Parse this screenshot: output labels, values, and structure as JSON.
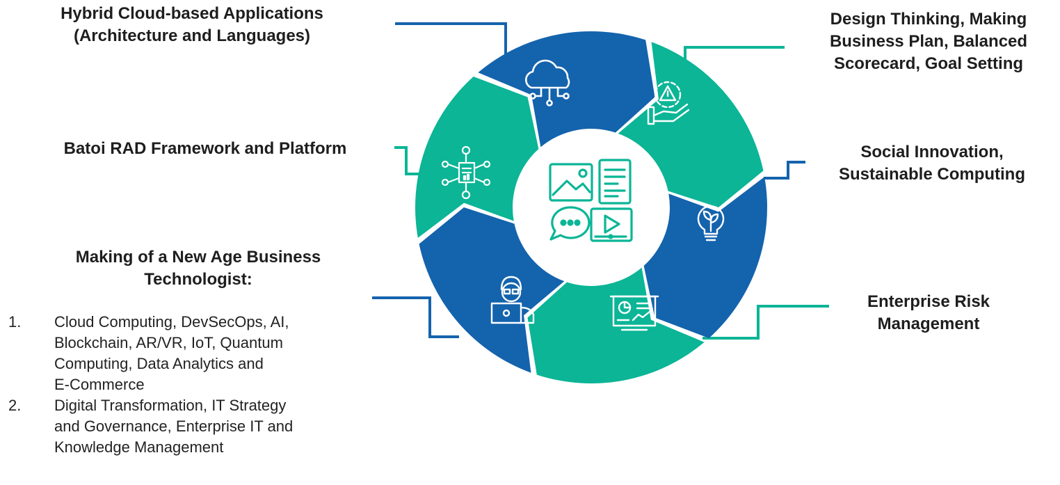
{
  "colors": {
    "blue": "#1463ad",
    "teal": "#0bb596",
    "center_icon": "#0bb596"
  },
  "segments": [
    {
      "label_lines": [
        "Hybrid Cloud-based Applications",
        "(Architecture and Languages)"
      ],
      "icon": "cloud-network-icon",
      "color": "blue"
    },
    {
      "label_lines": [
        "Design Thinking, Making",
        "Business Plan, Balanced",
        "Scorecard, Goal Setting"
      ],
      "icon": "gear-warning-hand-icon",
      "color": "teal"
    },
    {
      "label_lines": [
        "Social Innovation,",
        "Sustainable Computing"
      ],
      "icon": "lightbulb-plant-icon",
      "color": "blue"
    },
    {
      "label_lines": [
        "Enterprise Risk",
        "Management"
      ],
      "icon": "presentation-board-icon",
      "color": "teal"
    },
    {
      "label_lines": [
        "Making of a New Age Business",
        "Technologist:"
      ],
      "icon": "person-laptop-icon",
      "color": "blue"
    },
    {
      "label_lines": [
        "Batoi RAD Framework and Platform"
      ],
      "icon": "network-document-icon",
      "color": "teal"
    }
  ],
  "center_icon": "media-content-icon",
  "technologist_list": [
    {
      "number": "1.",
      "lines": [
        "Cloud Computing, DevSecOps, AI,",
        "Blockchain, AR/VR, IoT, Quantum",
        "Computing, Data Analytics and",
        "E-Commerce"
      ]
    },
    {
      "number": "2.",
      "lines": [
        "Digital Transformation, IT Strategy",
        "and Governance, Enterprise IT and",
        "Knowledge Management"
      ]
    }
  ]
}
